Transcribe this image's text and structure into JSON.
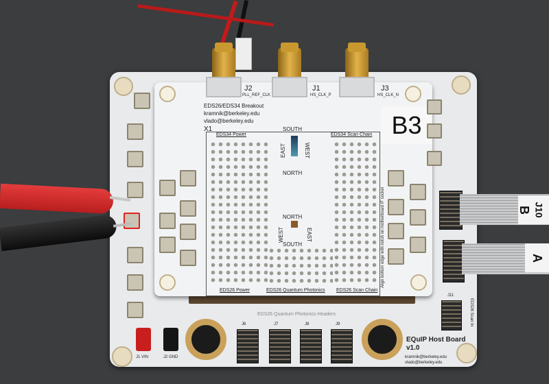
{
  "board": {
    "breakout_title": "EDS26/EDS34 Breakout",
    "email1": "kramnik@berkeley.edu",
    "email2": "vlado@berkeley.edu",
    "sticker": "B3",
    "x1": "X1",
    "south": "SOUTH",
    "north": "NORTH",
    "east": "EAST",
    "west": "WEST",
    "eds34_power": "EDS34 Power",
    "eds34_scan": "EDS34 Scan Chain",
    "eds26_power": "EDS26 Power",
    "eds26_qp": "EDS26 Quantum Photonics",
    "eds26_scan": "EDS26 Scan Chain",
    "qp_headers": "EDS26 Quantum Photonics Headers",
    "align_note": "Align bottom edge with notch on motherboard IF socket",
    "j2": "J2",
    "j2_sub": "PLL_REF_CLK",
    "j1": "J1",
    "j1_sub": "HS_CLK_P",
    "j3": "J3",
    "j3_sub": "HS_CLK_N",
    "host_title": "EQuIP Host Board",
    "host_version": "v1.0",
    "host_email1": "kramnik@berkeley.edu",
    "host_email2": "vlado@berkeley.edu",
    "jack1": "J1 VIN",
    "jack2": "J2 GND",
    "j11": "J11",
    "eds26_scan_in": "EDS26 Scan In",
    "headers": [
      "J6",
      "J7",
      "J8",
      "J9"
    ]
  },
  "cables": {
    "b_label": "B",
    "j10_label": "J10",
    "a_label": "A"
  },
  "colors": {
    "board": "#e9eaec",
    "background": "#3b3d3f",
    "gold": "#c9982f",
    "probe_red": "#d42a2a"
  }
}
